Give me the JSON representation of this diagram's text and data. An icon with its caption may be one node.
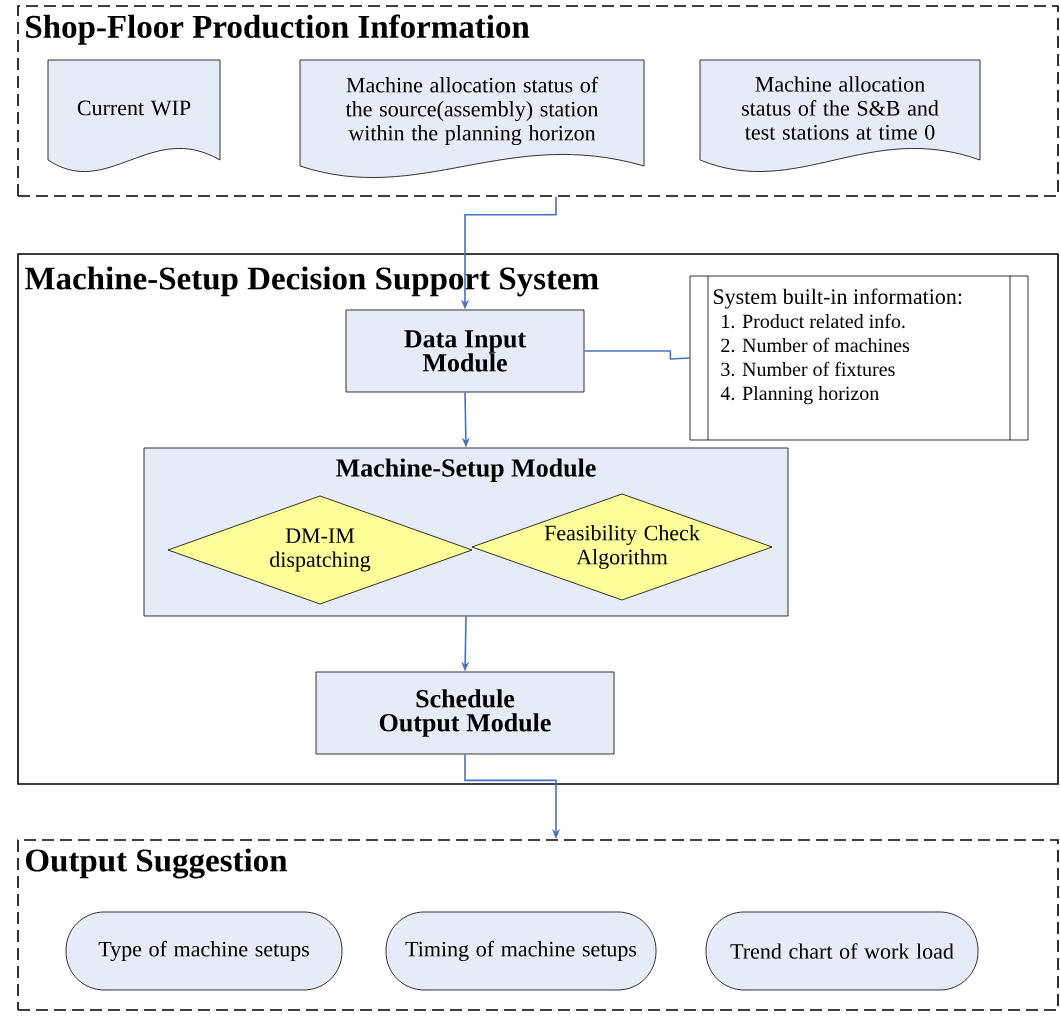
{
  "diagram": {
    "nodes": [
      {
        "text": [
          "Shop-Floor Production Information"
        ]
      },
      {
        "text": [
          "Current WIP"
        ],
        "in": 0
      },
      {
        "text": [
          "Machine allocation status of the source(assembly) station within the planning horizon"
        ],
        "in": 0
      },
      {
        "text": [
          "Machine allocation status of the S&B and test stations at time 0"
        ],
        "in": 0
      },
      {
        "text": [
          "Machine-Setup Decision Support System"
        ]
      },
      {
        "text": [
          "Data Input Module"
        ],
        "in": 4
      },
      {
        "text": [
          "System built-in information:",
          "1. Product related info.",
          "2. Number of machines",
          "3. Number of fixtures",
          "4. Planning horizon"
        ],
        "in": 4
      },
      {
        "text": [
          "Machine-Setup Module"
        ],
        "in": 4
      },
      {
        "text": [
          "DM-IM dispatching"
        ],
        "in": 7
      },
      {
        "text": [
          "Feasibility Check Algorithm"
        ],
        "in": 7
      },
      {
        "text": [
          "Schedule Output Module"
        ],
        "in": 4
      },
      {
        "text": [
          "Output Suggestion"
        ]
      },
      {
        "text": [
          "Type of machine setups"
        ],
        "in": 11
      },
      {
        "text": [
          "Timing of machine setups"
        ],
        "in": 11
      },
      {
        "text": [
          "Trend chart of work load"
        ],
        "in": 11
      }
    ],
    "edges": [
      {
        "from": 0,
        "to": 5,
        "arrow": "to"
      },
      {
        "from": 5,
        "to": 6,
        "arrow": "none"
      },
      {
        "from": 5,
        "to": 7,
        "arrow": "to"
      },
      {
        "from": 7,
        "to": 10,
        "arrow": "to"
      },
      {
        "from": 10,
        "to": 11,
        "arrow": "to"
      }
    ]
  }
}
